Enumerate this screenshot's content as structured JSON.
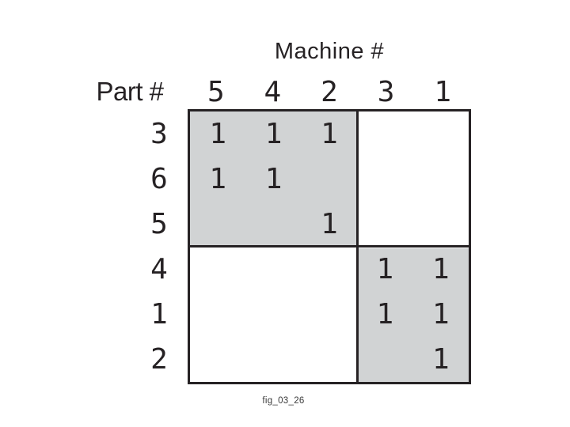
{
  "figure": {
    "title": "Machine #",
    "row_axis_label": "Part #",
    "caption": "fig_03_26"
  },
  "matrix": {
    "machine_labels": [
      "5",
      "4",
      "2",
      "3",
      "1"
    ],
    "part_labels": [
      "3",
      "6",
      "5",
      "4",
      "1",
      "2"
    ],
    "cell_mark": "1",
    "cells": [
      [
        1,
        1,
        1,
        0,
        0
      ],
      [
        1,
        1,
        0,
        0,
        0
      ],
      [
        0,
        0,
        1,
        0,
        0
      ],
      [
        0,
        0,
        0,
        1,
        1
      ],
      [
        0,
        0,
        0,
        1,
        1
      ],
      [
        0,
        0,
        0,
        0,
        1
      ]
    ],
    "shaded_blocks": [
      {
        "name": "machine-cell-1",
        "parts": [
          "3",
          "6",
          "5"
        ],
        "machines": [
          "5",
          "4",
          "2"
        ]
      },
      {
        "name": "machine-cell-2",
        "parts": [
          "4",
          "1",
          "2"
        ],
        "machines": [
          "3",
          "1"
        ]
      }
    ]
  },
  "colors": {
    "background": "#ffffff",
    "shade": "#d1d3d4",
    "line": "#262224",
    "ink": "#262224",
    "caption": "#3a3a3a"
  }
}
